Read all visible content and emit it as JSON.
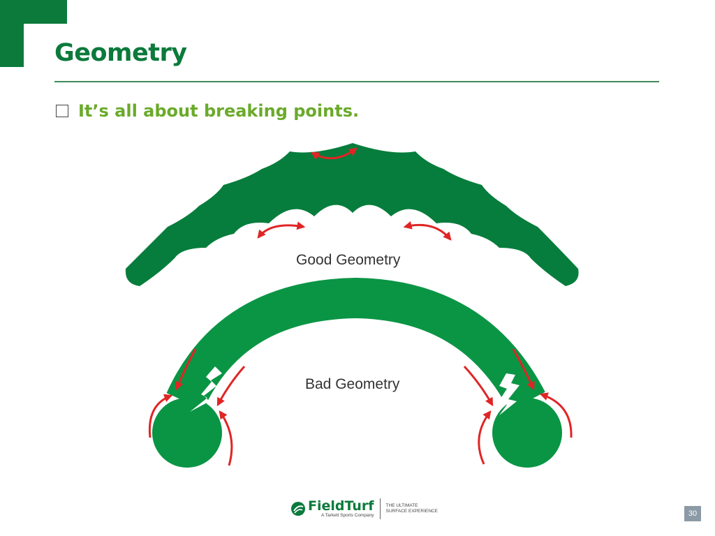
{
  "slide": {
    "title": "Geometry",
    "bullet": "It’s all about breaking points.",
    "page_number": "30"
  },
  "diagram": {
    "good_label": "Good Geometry",
    "bad_label": "Bad Geometry",
    "shape_color_dark": "#067d3c",
    "shape_color_light": "#0a9545",
    "arrow_color": "#e02525"
  },
  "footer": {
    "brand": "FieldTurf",
    "brand_sub": "A Tarkett Sports Company",
    "tagline_line1": "THE ULTIMATE",
    "tagline_line2": "SURFACE EXPERIENCE"
  },
  "colors": {
    "title": "#0b7a3b",
    "bullet_text": "#6aaa2a",
    "rule": "#3f8a5a",
    "page_number_bg": "#8b9aa6"
  }
}
